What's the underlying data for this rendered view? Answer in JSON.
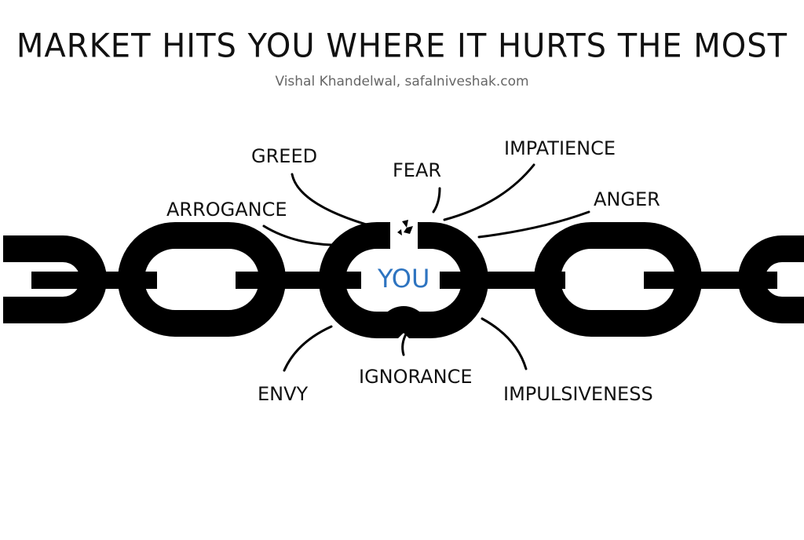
{
  "title": "MARKET HITS YOU WHERE IT HURTS THE MOST",
  "subtitle": "Vishal Khandelwal, safalniveshak.com",
  "center_label": "YOU",
  "labels": {
    "greed": "GREED",
    "fear": "FEAR",
    "impatience": "IMPATIENCE",
    "arrogance": "ARROGANCE",
    "anger": "ANGER",
    "envy": "ENVY",
    "ignorance": "IGNORANCE",
    "impulsiveness": "IMPULSIVENESS"
  },
  "colors": {
    "chain": "#000000",
    "text": "#111111",
    "subtitle": "#666666",
    "you": "#2e74c0"
  }
}
